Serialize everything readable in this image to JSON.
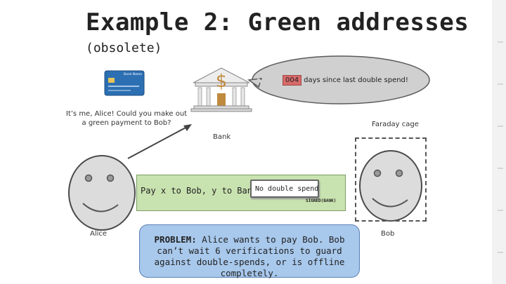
{
  "slide": {
    "title": "Example 2: Green addresses",
    "subtitle": "(obsolete)"
  },
  "bank": {
    "label": "Bank",
    "counter": "004",
    "speech": "days since last double spend!",
    "card_name": "Bank Name",
    "icon": "bank-building-icon"
  },
  "alice": {
    "label": "Alice",
    "quote": "It’s me, Alice! Could you make out a green payment to Bob?"
  },
  "bob": {
    "label": "Bob",
    "cage_label": "Faraday cage"
  },
  "payment": {
    "text": "Pay x to Bob, y to Bank",
    "signature": "No double spend",
    "signed_label": "SIGNED(BANK)"
  },
  "problem": {
    "label": "PROBLEM:",
    "text": " Alice wants to pay Bob. Bob can’t wait 6 verifications to guard against double-spends, or is offline completely."
  },
  "colors": {
    "payment_box": "#c9e3b0",
    "problem_box": "#a8c8ec",
    "speech_bubble": "#d0d0d0",
    "counter": "#d86a6a",
    "face": "#dcdcdc"
  }
}
